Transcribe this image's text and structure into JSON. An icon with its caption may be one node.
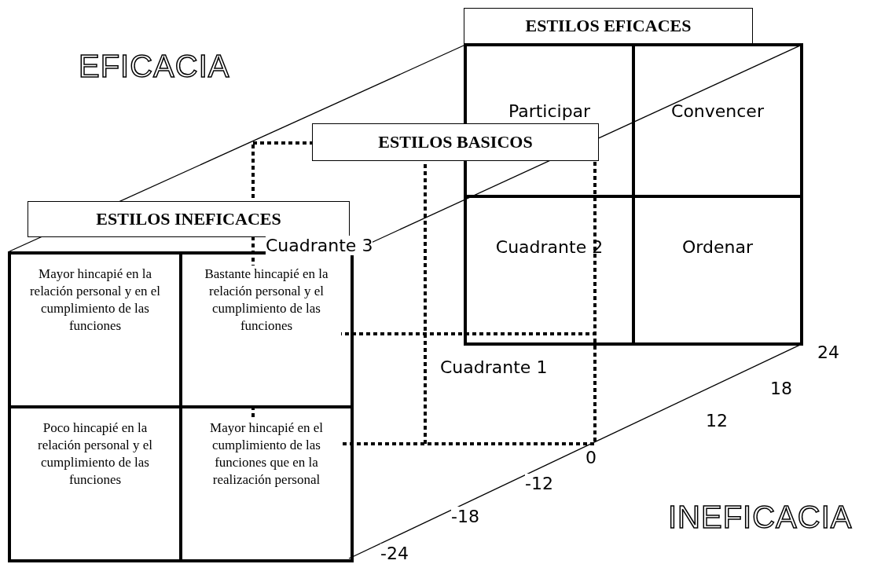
{
  "diagram": {
    "nodes": [
      {
        "text": [
          "ESTILOS EFICACES"
        ]
      },
      {
        "text": [
          "Participar"
        ]
      },
      {
        "text": [
          "Convencer"
        ]
      },
      {
        "text": [
          "Cuadrante 2"
        ]
      },
      {
        "text": [
          "Ordenar"
        ]
      },
      {
        "text": [
          "ESTILOS BASICOS"
        ]
      },
      {
        "text": [
          "ESTILOS INEFICACES"
        ]
      },
      {
        "text": [
          "Mayor hincapié en la relación personal y en el cumplimiento de las funciones"
        ]
      },
      {
        "text": [
          "Bastante hincapié en la relación personal y el cumplimiento de las funciones"
        ]
      },
      {
        "text": [
          "Poco hincapié en la relación personal y el cumplimiento de las funciones"
        ]
      },
      {
        "text": [
          "Mayor hincapié en el cumplimiento de las funciones que en la realización personal"
        ]
      }
    ],
    "edges": [],
    "labels": [
      "EFICACIA",
      "Cuadrante 3",
      "Cuadrante 1",
      "24",
      "18",
      "12",
      "0",
      "-12",
      "-18",
      "-24",
      "INEFICACIA"
    ]
  }
}
